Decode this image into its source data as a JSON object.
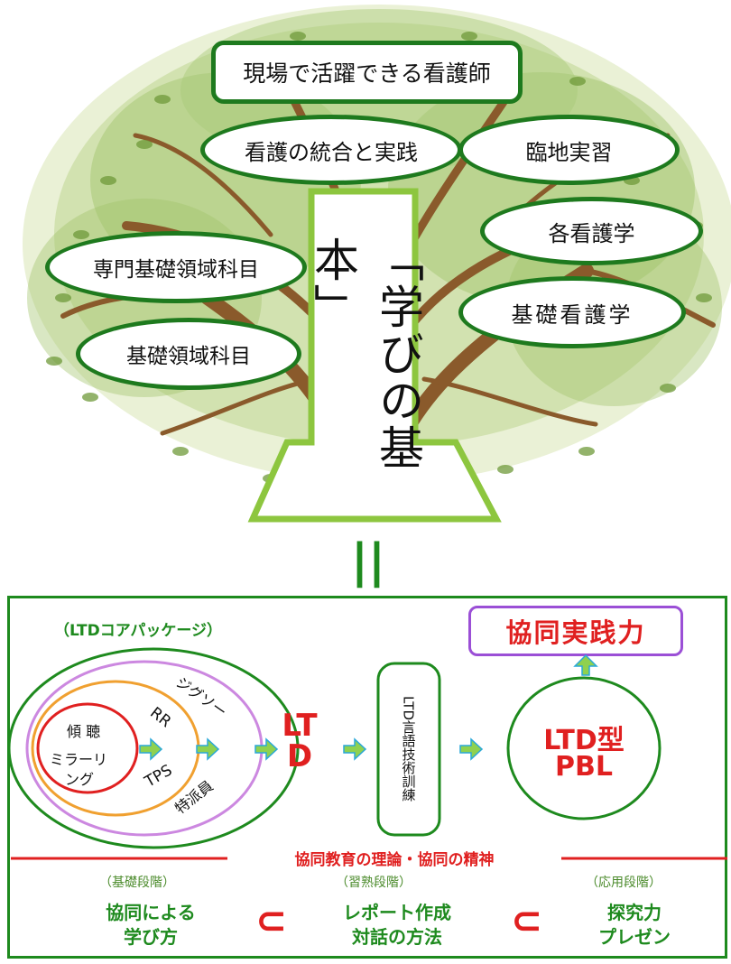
{
  "tree": {
    "top_goal": "現場で活躍できる看護師",
    "integration": "看護の統合と実践",
    "practicum": "臨地実習",
    "nursing_each": "各看護学",
    "specialized_foundation": "専門基礎領域科目",
    "basic_nursing": "基礎看護学",
    "basic_area": "基礎領域科目",
    "trunk": "「学びの基本」"
  },
  "equals_sign": "||",
  "bottom": {
    "core_package": "（LTDコアパッケージ）",
    "goal": "協同実践力",
    "circles": {
      "inner_line1": "傾 聴",
      "inner_line2": "ミラーリ",
      "inner_line3": "ング",
      "rr": "RR",
      "tps": "TPS",
      "jigsaw": "ジグソー",
      "tokuha": "特派員",
      "ltd": "LTD"
    },
    "ltd_training": "LTD言語技術訓練",
    "ltd_pbl_line1": "LTD型",
    "ltd_pbl_line2": "PBL",
    "theory": "協同教育の理論・協同の精神",
    "stages": [
      {
        "label": "（基礎段階）",
        "line1": "協同による",
        "line2": "学び方"
      },
      {
        "label": "（習熟段階）",
        "line1": "レポート作成",
        "line2": "対話の方法"
      },
      {
        "label": "（応用段階）",
        "line1": "探究力",
        "line2": "プレゼン"
      }
    ],
    "subset_symbol": "⊂"
  }
}
